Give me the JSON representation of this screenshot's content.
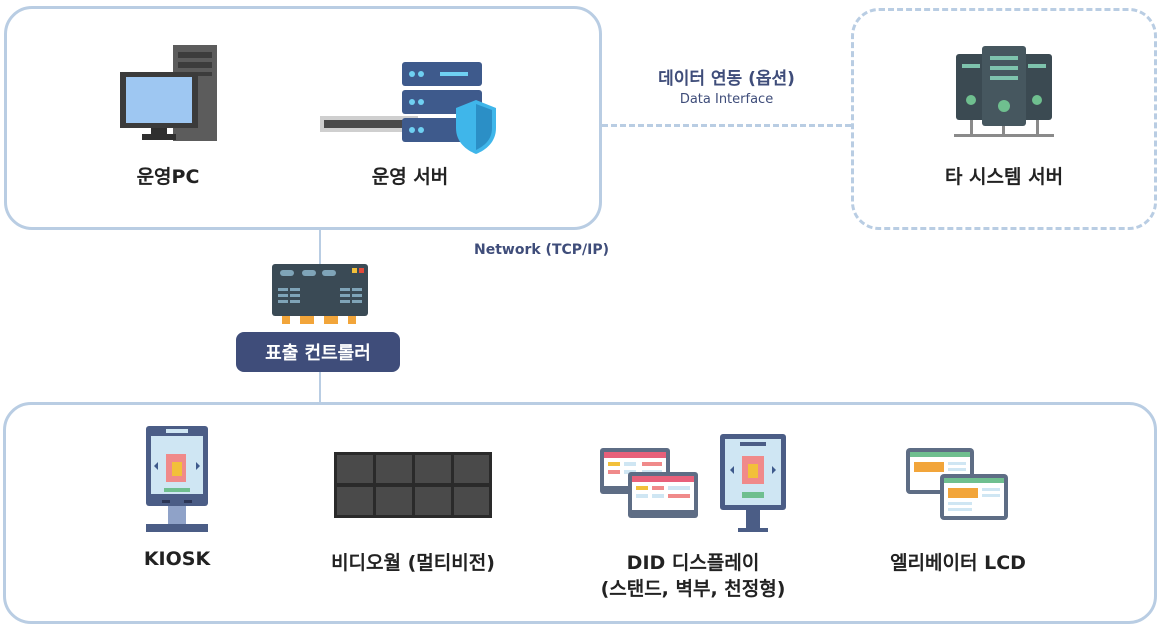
{
  "top_group": {
    "pc_label": "운영PC",
    "server_label": "운영 서버"
  },
  "external": {
    "server_label": "타 시스템 서버"
  },
  "link": {
    "title": "데이터 연동 (옵션)",
    "subtitle": "Data Interface"
  },
  "network_label": "Network (TCP/IP)",
  "controller_label": "표출 컨트롤러",
  "devices": {
    "kiosk": "KIOSK",
    "videowall": "비디오월 (멀티비전)",
    "did_line1": "DID 디스플레이",
    "did_line2": "(스탠드, 벽부, 천정형)",
    "elevator": "엘리베이터 LCD"
  },
  "colors": {
    "border": "#b9cde3",
    "accent": "#3f4d7a"
  },
  "icons": [
    "desktop-pc-icon",
    "server-shield-icon",
    "server-rack-icon",
    "controller-board-icon",
    "kiosk-icon",
    "videowall-icon",
    "did-display-icon",
    "elevator-lcd-icon"
  ]
}
